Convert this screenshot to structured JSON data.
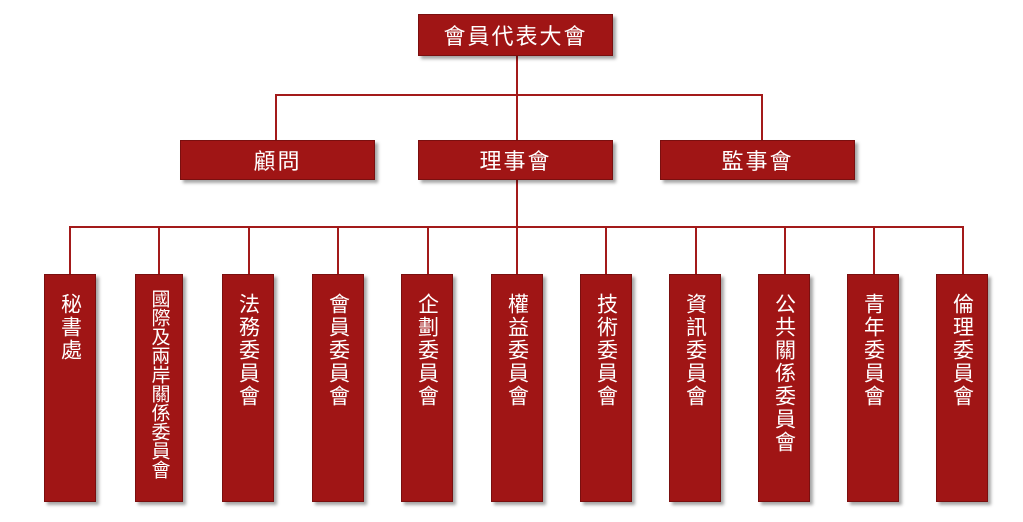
{
  "top": {
    "label": "會員代表大會"
  },
  "level2": [
    {
      "label": "顧問"
    },
    {
      "label": "理事會"
    },
    {
      "label": "監事會"
    }
  ],
  "committees": [
    {
      "label": "秘書處"
    },
    {
      "label": "國際及兩岸關係委員會"
    },
    {
      "label": "法務委員會"
    },
    {
      "label": "會員委員會"
    },
    {
      "label": "企劃委員會"
    },
    {
      "label": "權益委員會"
    },
    {
      "label": "技術委員會"
    },
    {
      "label": "資訊委員會"
    },
    {
      "label": "公共關係委員會"
    },
    {
      "label": "青年委員會"
    },
    {
      "label": "倫理委員會"
    }
  ],
  "colors": {
    "box": "#a01515",
    "line": "#a31a1a",
    "text": "#ffffff"
  }
}
